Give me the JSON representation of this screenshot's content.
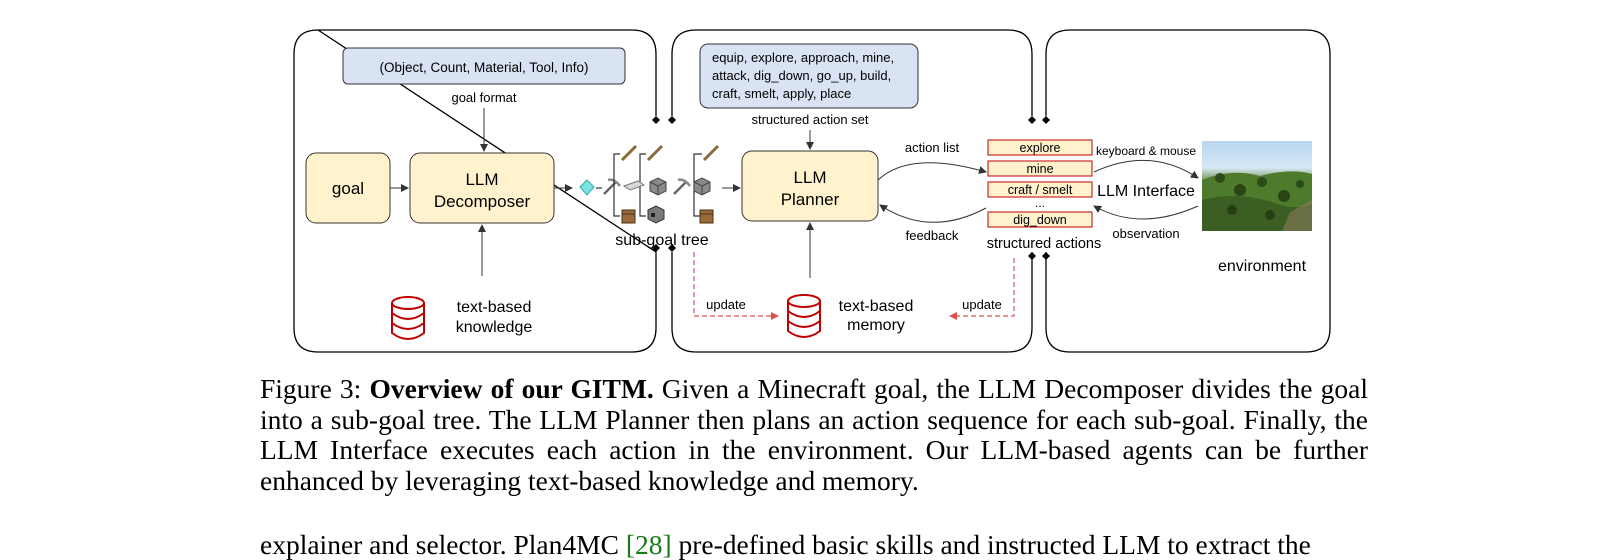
{
  "diagram": {
    "goal_label": "goal",
    "goal_format_box": "(Object, Count, Material, Tool, Info)",
    "goal_format_label": "goal format",
    "decomposer_line1": "LLM",
    "decomposer_line2": "Decomposer",
    "knowledge_line1": "text-based",
    "knowledge_line2": "knowledge",
    "subgoal_tree_label": "sub-goal tree",
    "action_set_lines": [
      "equip, explore, approach, mine,",
      "attack, dig_down, go_up, build,",
      "craft, smelt, apply, place"
    ],
    "action_set_label": "structured action set",
    "planner_line1": "LLM",
    "planner_line2": "Planner",
    "action_list_label": "action list",
    "feedback_label": "feedback",
    "update_left": "update",
    "update_right": "update",
    "memory_line1": "text-based",
    "memory_line2": "memory",
    "actions": [
      "explore",
      "mine",
      "craft / smelt",
      "dig_down"
    ],
    "actions_ellipsis": "...",
    "structured_actions_label": "structured actions",
    "keyboard_label": "keyboard & mouse",
    "interface_label": "LLM Interface",
    "observation_label": "observation",
    "environment_label": "environment",
    "colors": {
      "yellow_box": "#fff2cc",
      "blue_box": "#dae3f3",
      "database_red": "#c00000",
      "action_border": "#c00000",
      "action_fill": "#fff2cc",
      "update_dash": "#d9534f"
    }
  },
  "caption": {
    "prefix": "Figure 3: ",
    "bold": "Overview of our GITM.",
    "text": " Given a Minecraft goal, the LLM Decomposer divides the goal into a sub-goal tree. The LLM Planner then plans an action sequence for each sub-goal. Finally, the LLM Interface executes each action in the environment. Our LLM-based agents can be further enhanced by leveraging text-based knowledge and memory."
  },
  "body": {
    "before": "explainer and selector. Plan4MC ",
    "ref": "[28]",
    "after": " pre-defined basic skills and instructed LLM to extract the"
  }
}
